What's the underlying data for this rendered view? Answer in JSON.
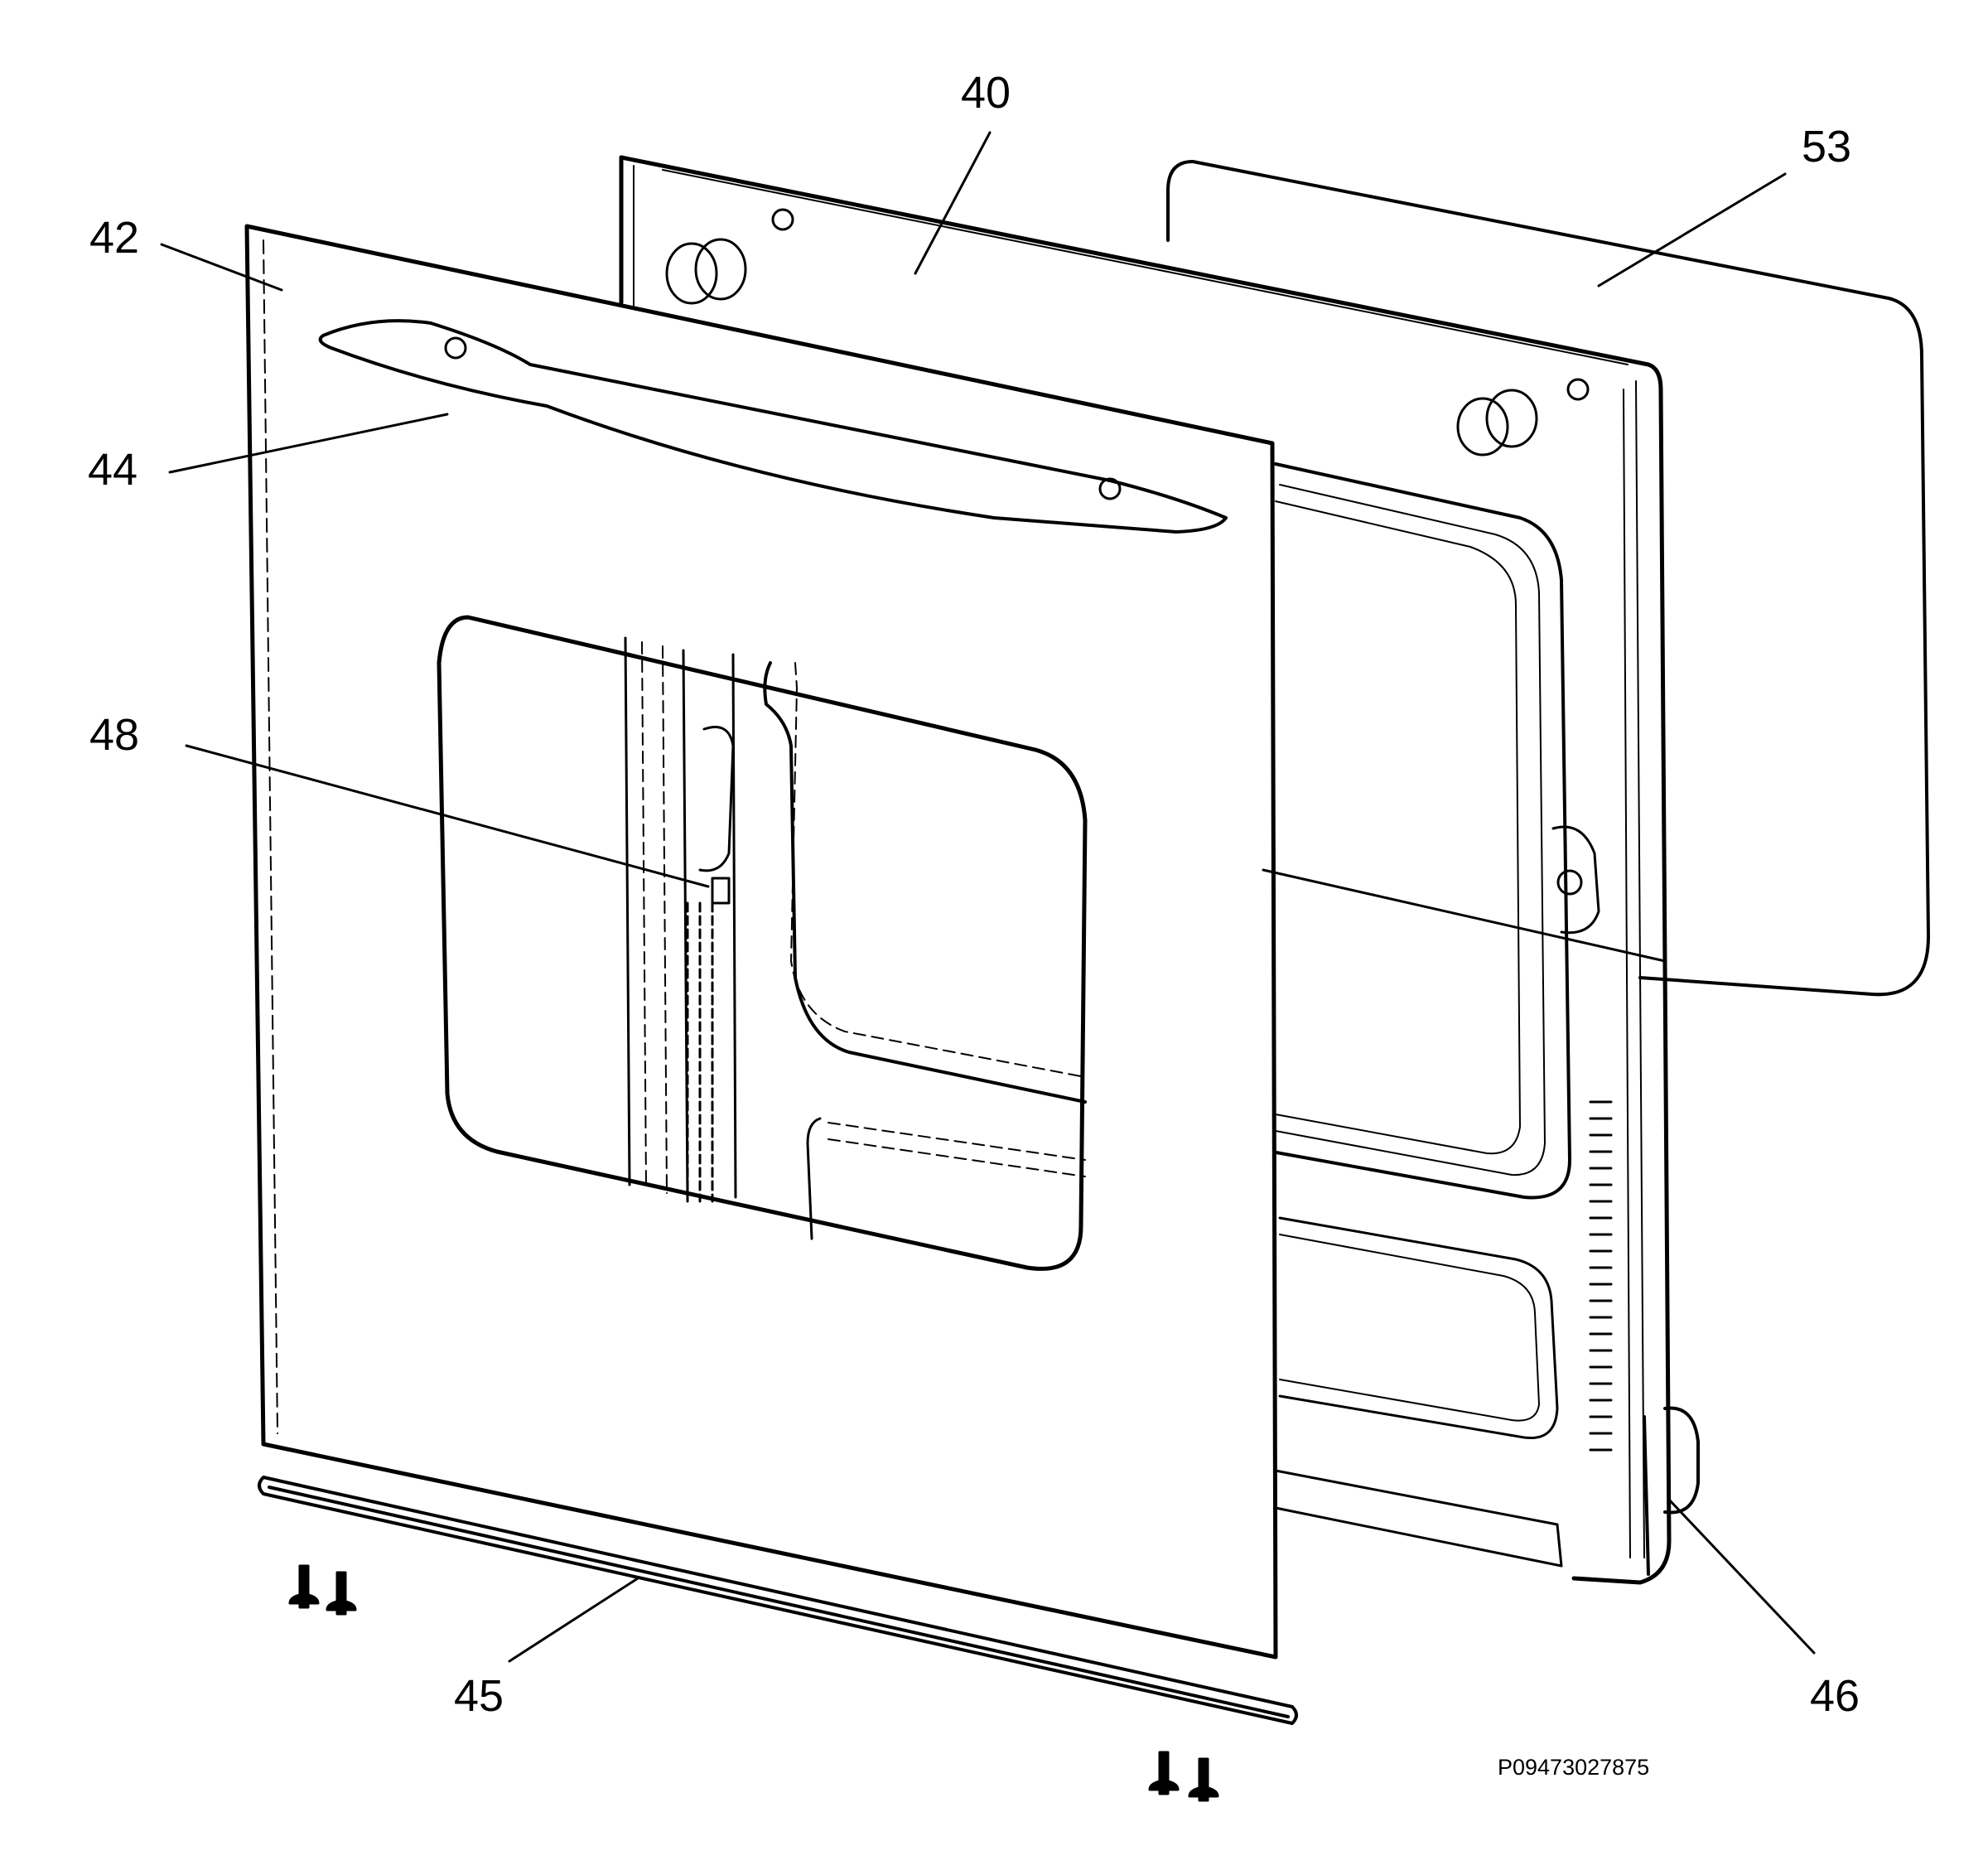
{
  "callouts": {
    "c40": "40",
    "c53": "53",
    "c42": "42",
    "c44": "44",
    "c48": "48",
    "c45": "45",
    "c46": "46"
  },
  "part_number": "P09473027875",
  "parts": {
    "40": "inner-door-frame",
    "53": "glass-panel",
    "42": "outer-door-glass",
    "44": "handle",
    "48": "inner-glass-clip",
    "45": "bottom-profile",
    "46": "hinge"
  }
}
